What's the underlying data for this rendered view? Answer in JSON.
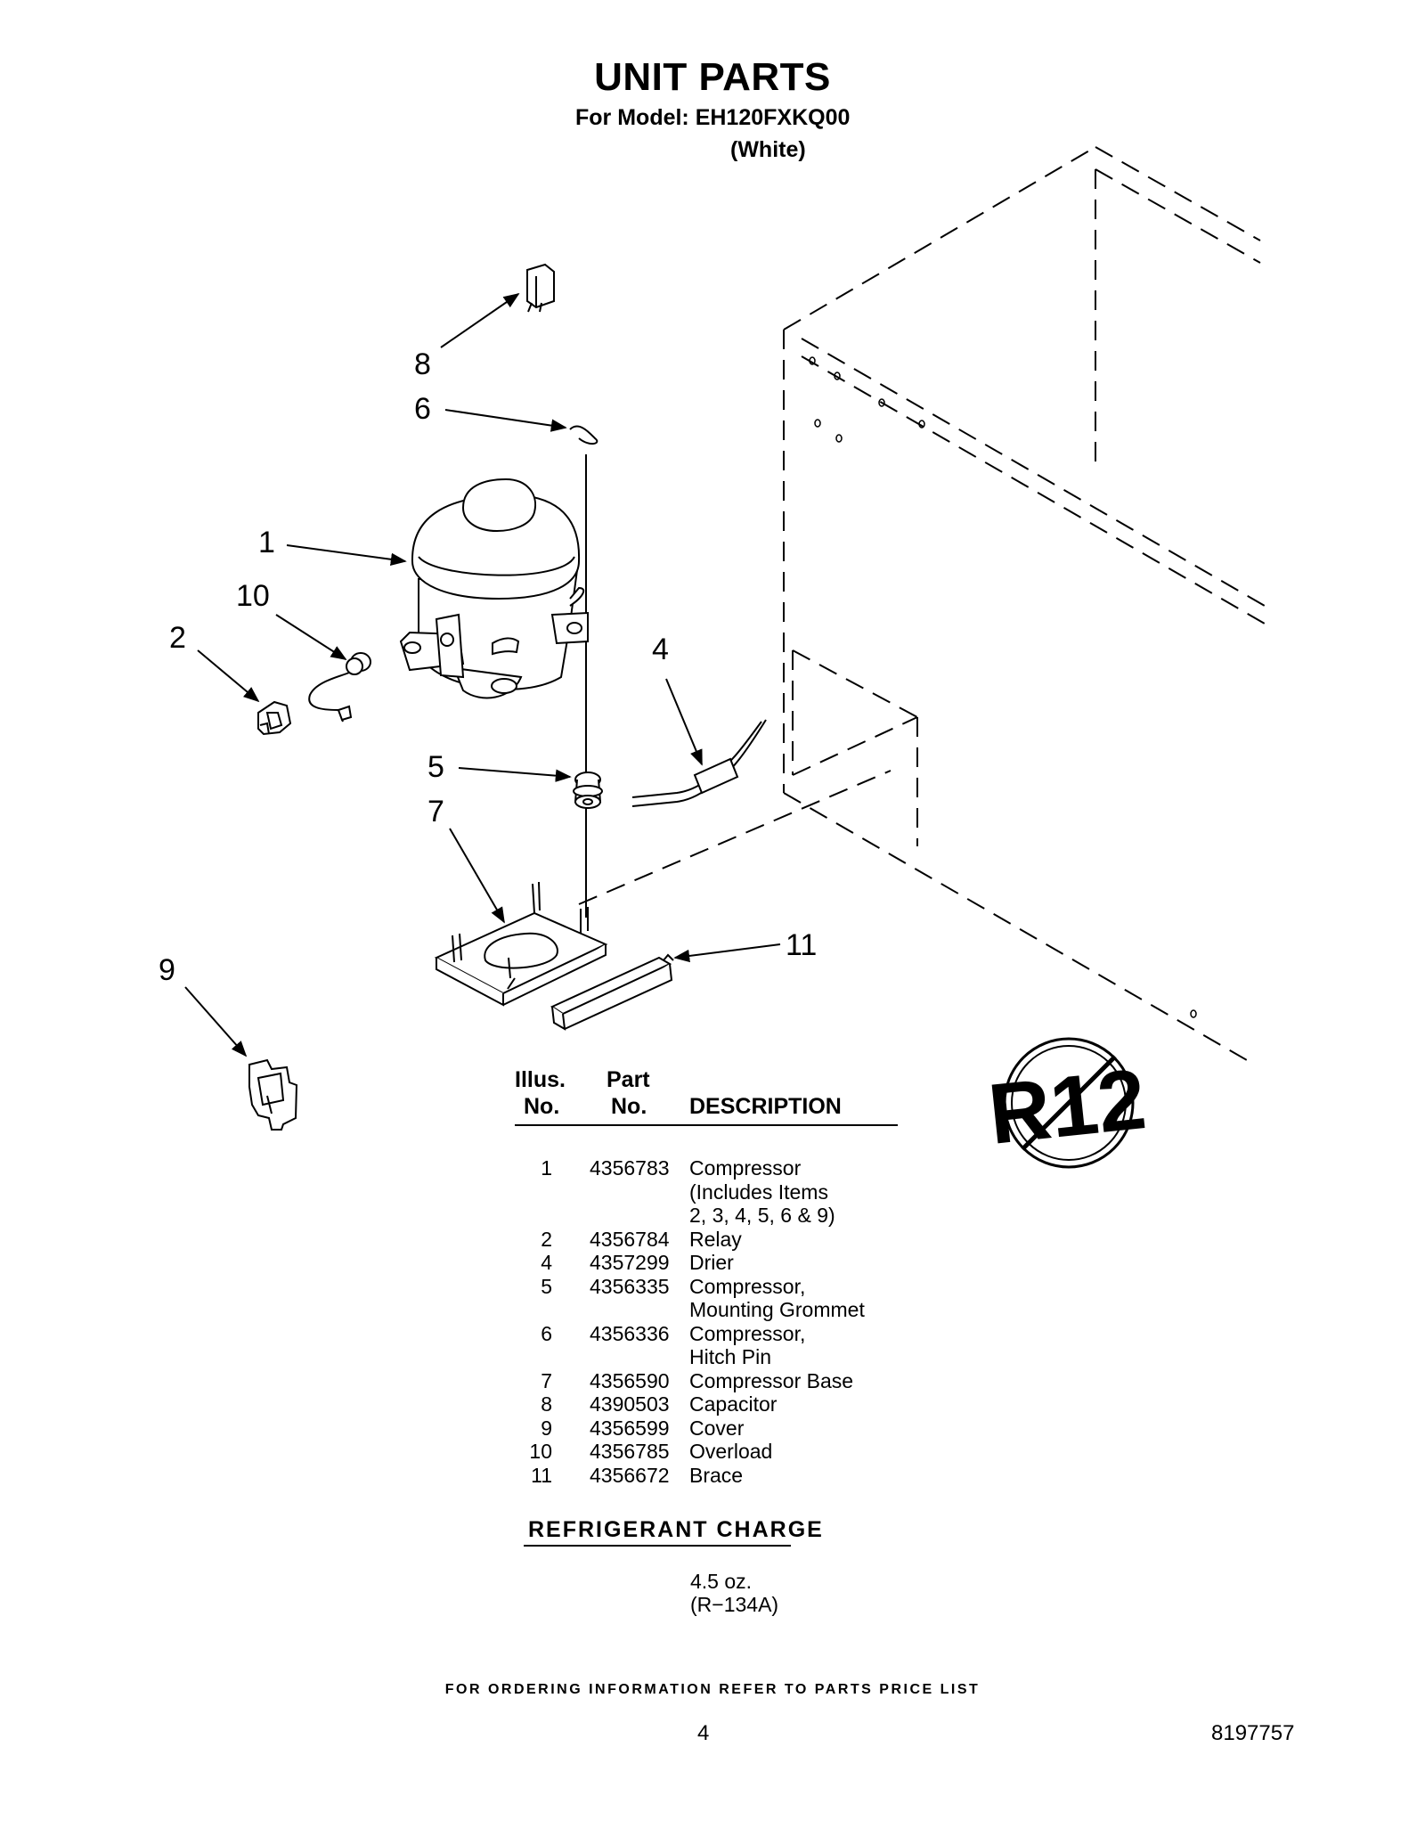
{
  "header": {
    "title": "UNIT PARTS",
    "model_line": "For Model: EH120FXKQ00",
    "color_line": "(White)"
  },
  "diagram": {
    "callouts": [
      "1",
      "2",
      "4",
      "5",
      "6",
      "7",
      "8",
      "9",
      "10",
      "11"
    ],
    "badge_text": "R12"
  },
  "parts_table": {
    "headers": {
      "illus_1": "Illus.",
      "illus_2": "No.",
      "part_1": "Part",
      "part_2": "No.",
      "description": "DESCRIPTION"
    },
    "rows": [
      {
        "illus": "1",
        "part": "4356783",
        "desc": [
          "Compressor",
          "(Includes Items",
          "2, 3, 4, 5, 6 & 9)"
        ]
      },
      {
        "illus": "2",
        "part": "4356784",
        "desc": [
          "Relay"
        ]
      },
      {
        "illus": "4",
        "part": "4357299",
        "desc": [
          "Drier"
        ]
      },
      {
        "illus": "5",
        "part": "4356335",
        "desc": [
          "Compressor,",
          "Mounting Grommet"
        ]
      },
      {
        "illus": "6",
        "part": "4356336",
        "desc": [
          "Compressor,",
          "Hitch Pin"
        ]
      },
      {
        "illus": "7",
        "part": "4356590",
        "desc": [
          "Compressor Base"
        ]
      },
      {
        "illus": "8",
        "part": "4390503",
        "desc": [
          "Capacitor"
        ]
      },
      {
        "illus": "9",
        "part": "4356599",
        "desc": [
          "Cover"
        ]
      },
      {
        "illus": "10",
        "part": "4356785",
        "desc": [
          "Overload"
        ]
      },
      {
        "illus": "11",
        "part": "4356672",
        "desc": [
          "Brace"
        ]
      }
    ]
  },
  "refrigerant": {
    "title": "REFRIGERANT CHARGE",
    "amount": "4.5 oz.",
    "type": "(R−134A)"
  },
  "footer": {
    "note": "FOR ORDERING INFORMATION REFER TO PARTS PRICE LIST",
    "page_number": "4",
    "doc_number": "8197757"
  }
}
